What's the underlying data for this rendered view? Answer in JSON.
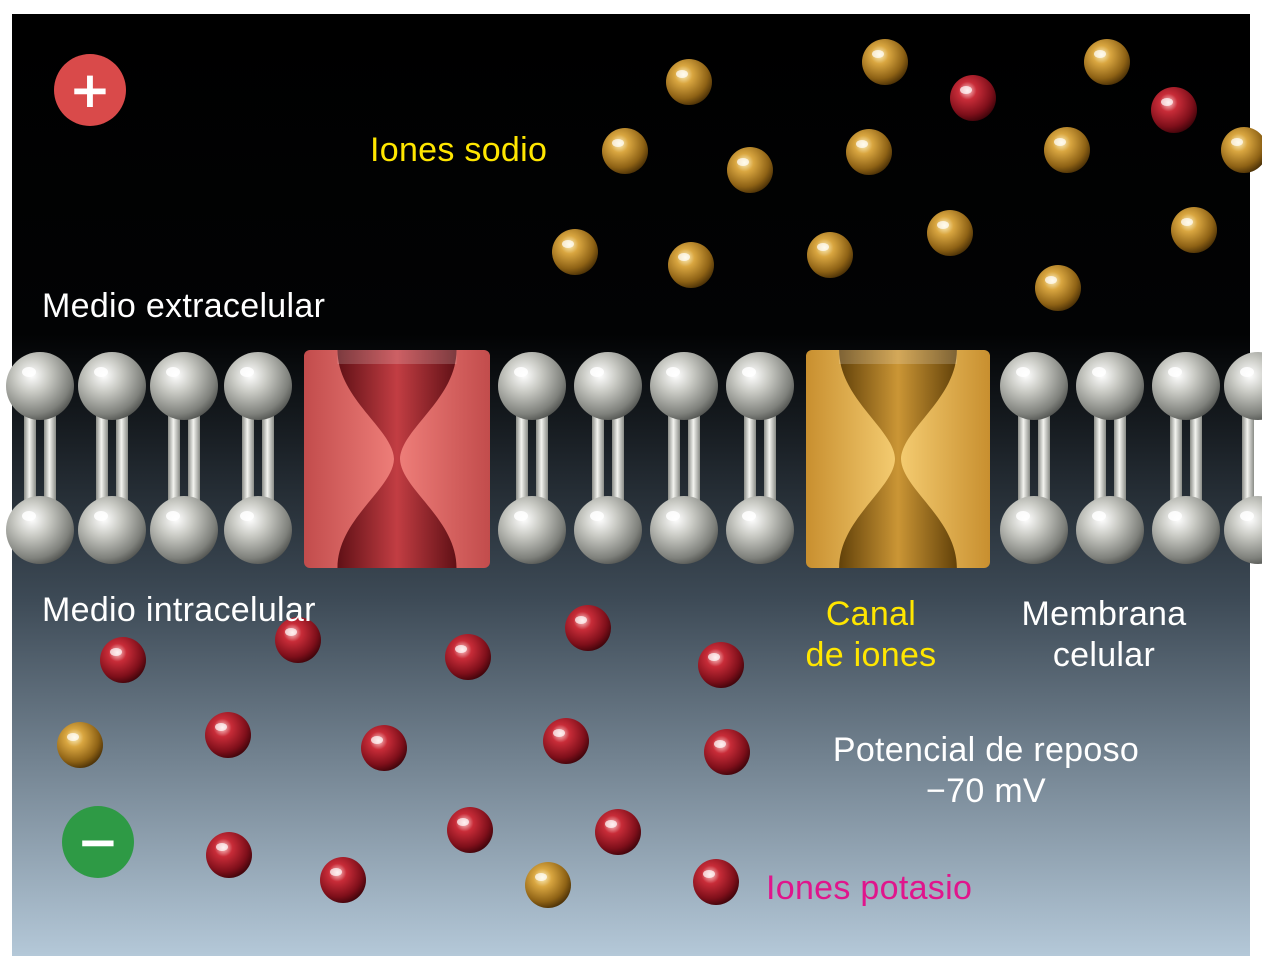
{
  "labels": {
    "sodium_ions": "Iones sodio",
    "extracellular": "Medio extracelular",
    "intracellular": "Medio intracelular",
    "ion_channel": "Canal\nde iones",
    "cell_membrane": "Membrana\ncelular",
    "resting_potential": "Potencial de reposo\n−70 mV",
    "potassium_ions": "Iones potasio"
  },
  "signs": {
    "positive": "+",
    "negative": "−"
  },
  "colors": {
    "extracellular_bg": "#000000",
    "intracellular_bg_bottom": "#b4c8d8",
    "sodium_ion": "#c8962e",
    "potassium_ion": "#b01e2c",
    "membrane_lipid": "#c8c8c2",
    "channel_potassium": "#e06a6a",
    "channel_sodium": "#e6b455",
    "label_white": "#ffffff",
    "label_yellow": "#ffe600",
    "label_magenta": "#e0158c",
    "positive_sign": "#d94a4a",
    "negative_sign": "#2e9a45"
  }
}
